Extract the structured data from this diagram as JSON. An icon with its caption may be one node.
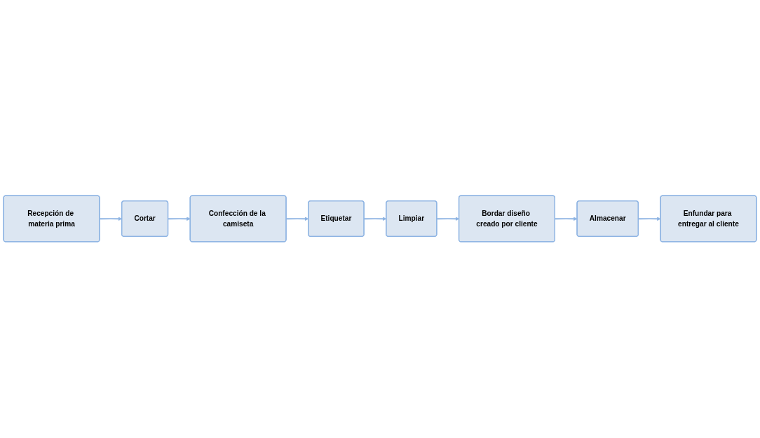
{
  "diagram": {
    "nodes": [
      {
        "text": [
          "Recepción de materia prima"
        ]
      },
      {
        "text": [
          "Cortar"
        ]
      },
      {
        "text": [
          "Confección de la camiseta"
        ]
      },
      {
        "text": [
          "Etiquetar"
        ]
      },
      {
        "text": [
          "Limpiar"
        ]
      },
      {
        "text": [
          "Bordar diseño creado por cliente"
        ]
      },
      {
        "text": [
          "Almacenar"
        ]
      },
      {
        "text": [
          "Enfundar para entregar al cliente"
        ]
      }
    ],
    "edges": [
      {
        "from": 0,
        "to": 1,
        "arrow": "to"
      },
      {
        "from": 1,
        "to": 2,
        "arrow": "to"
      },
      {
        "from": 2,
        "to": 3,
        "arrow": "to"
      },
      {
        "from": 3,
        "to": 4,
        "arrow": "to"
      },
      {
        "from": 4,
        "to": 5,
        "arrow": "to"
      },
      {
        "from": 5,
        "to": 6,
        "arrow": "to"
      },
      {
        "from": 6,
        "to": 7,
        "arrow": "to"
      }
    ]
  }
}
